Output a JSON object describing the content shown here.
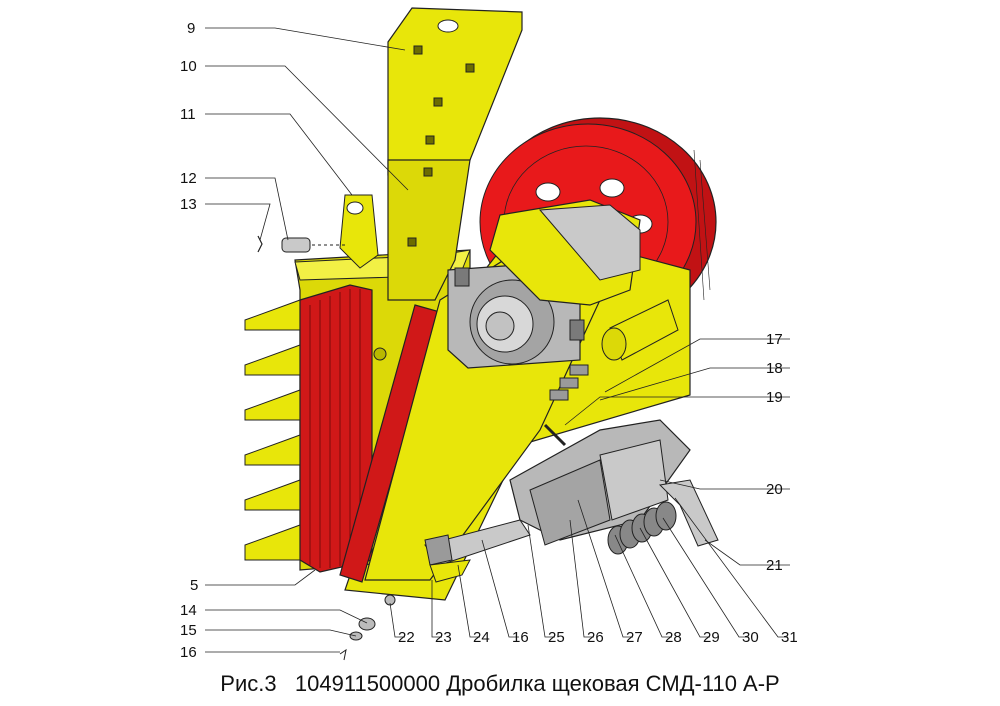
{
  "caption": {
    "figure": "Рис.3",
    "title": "104911500000 Дробилка щековая СМД-110 А-Р"
  },
  "callouts": [
    "9",
    "10",
    "11",
    "12",
    "13",
    "17",
    "18",
    "19",
    "20",
    "21",
    "5",
    "14",
    "15",
    "16",
    "22",
    "23",
    "24",
    "16",
    "25",
    "26",
    "27",
    "28",
    "29",
    "30",
    "31"
  ],
  "colors": {
    "body": "#e8e60a",
    "body_dark": "#b9b800",
    "flywheel": "#e8191b",
    "jaw_plate": "#d01818",
    "steel": "#b8b8b8",
    "steel_dark": "#7a7a7a"
  }
}
